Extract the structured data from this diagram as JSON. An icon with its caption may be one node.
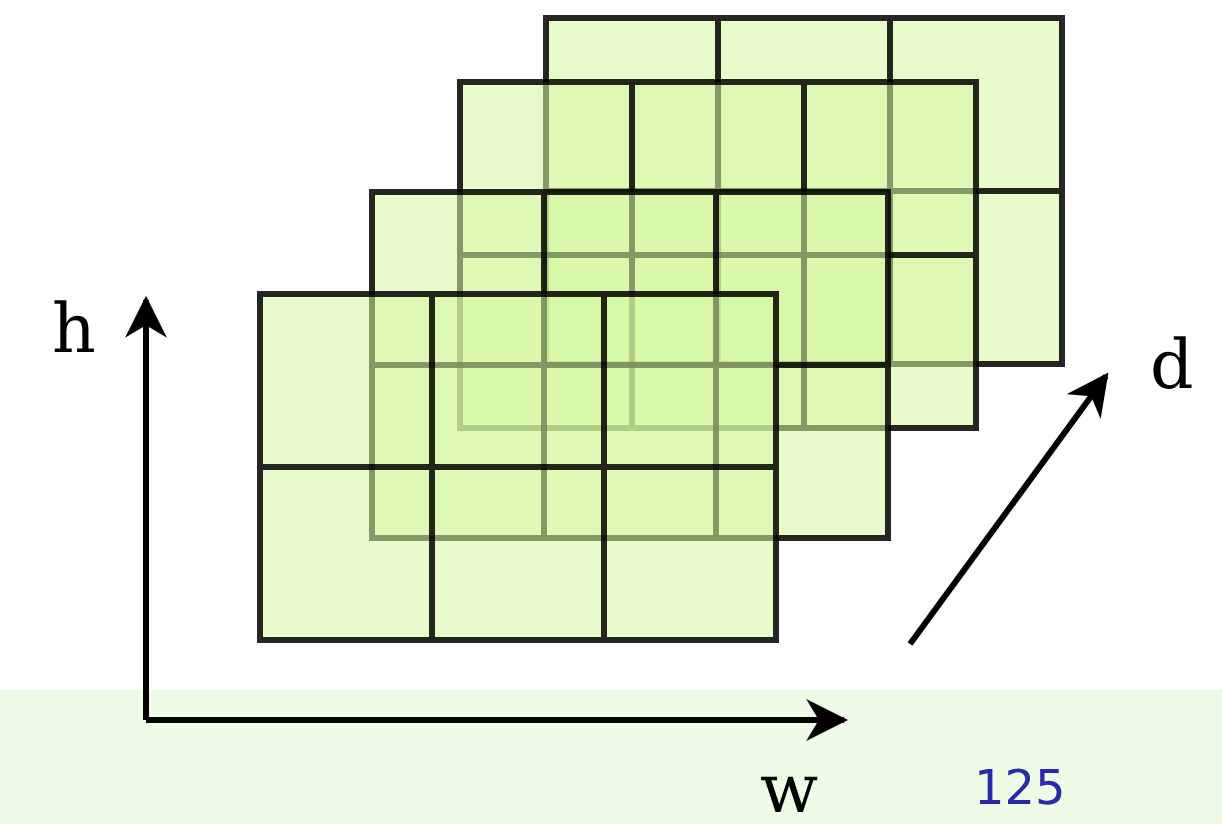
{
  "diagram": {
    "labels": [
      "h",
      "d",
      "w",
      "125"
    ]
  }
}
